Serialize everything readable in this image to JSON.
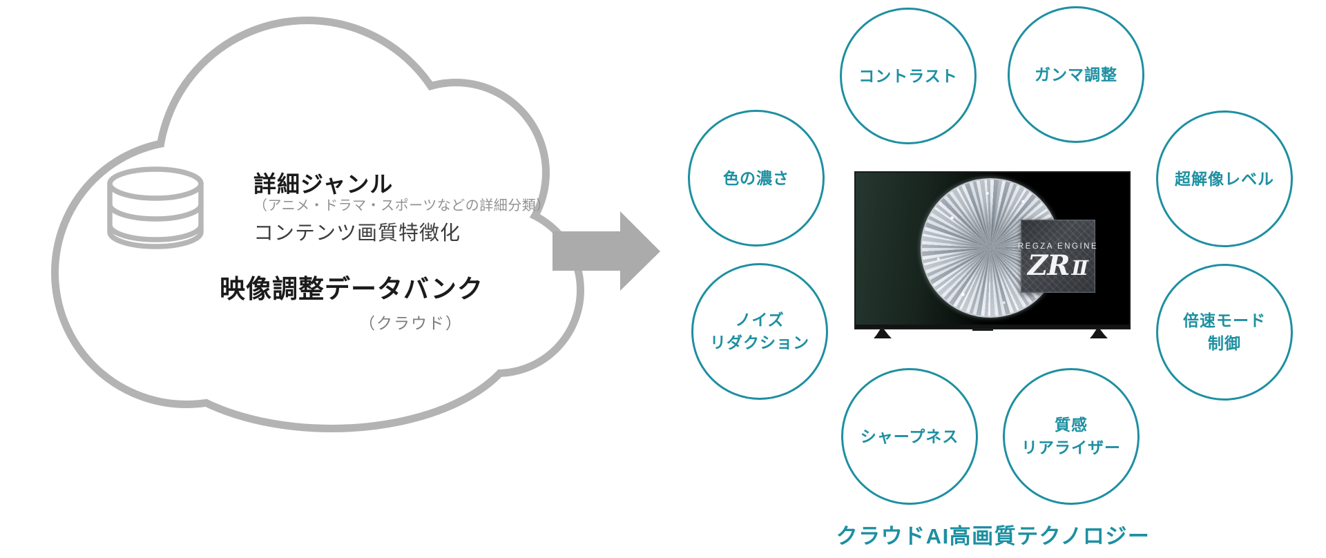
{
  "cloud": {
    "genre_title": "詳細ジャンル",
    "genre_note": "（アニメ・ドラマ・スポーツなどの詳細分類）",
    "feature_line": "コンテンツ画質特徴化",
    "bank_title": "映像調整データバンク",
    "bank_note": "（クラウド）"
  },
  "tv": {
    "chip_brand": "REGZA ENGINE",
    "chip_model_zr": "ZR",
    "chip_model_num": "Ⅱ"
  },
  "features": [
    {
      "lines": [
        "コントラスト"
      ]
    },
    {
      "lines": [
        "ガンマ調整"
      ]
    },
    {
      "lines": [
        "色の濃さ"
      ]
    },
    {
      "lines": [
        "超解像レベル"
      ]
    },
    {
      "lines": [
        "ノイズ",
        "リダクション"
      ]
    },
    {
      "lines": [
        "倍速モード",
        "制御"
      ]
    },
    {
      "lines": [
        "シャープネス"
      ]
    },
    {
      "lines": [
        "質感",
        "リアライザー"
      ]
    }
  ],
  "caption": "クラウドAI高画質テクノロジー",
  "colors": {
    "teal": "#1d8fa1",
    "cloud_gray": "#b3b3b3",
    "arrow_gray": "#ababab"
  }
}
